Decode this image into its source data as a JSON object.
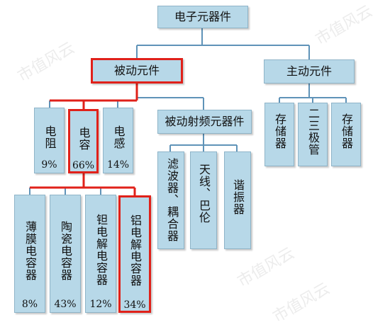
{
  "diagram": {
    "root": {
      "label": "电子元器件"
    },
    "passive": {
      "label": "被动元件"
    },
    "active": {
      "label": "主动元件"
    },
    "rf": {
      "label": "被动射频元器件"
    },
    "passive_children": [
      {
        "label": "电阻",
        "pct": "9%"
      },
      {
        "label": "电容",
        "pct": "66%"
      },
      {
        "label": "电感",
        "pct": "14%"
      }
    ],
    "rf_children": [
      {
        "label": "滤波器、耦合器"
      },
      {
        "label": "天线、巴伦"
      },
      {
        "label": "谐振器"
      }
    ],
    "active_children": [
      {
        "label": "存储器"
      },
      {
        "label": "二三极管"
      },
      {
        "label": "存储器"
      }
    ],
    "capacitor_children": [
      {
        "label": "薄膜电容器",
        "pct": "8%"
      },
      {
        "label": "陶瓷电容器",
        "pct": "43%"
      },
      {
        "label": "钽电解电容器",
        "pct": "12%"
      },
      {
        "label": "铝电解电容器",
        "pct": "34%"
      }
    ]
  },
  "watermark": {
    "text": "市值风云"
  },
  "colors": {
    "box_fill": "#b7d8e8",
    "box_border": "#8fb4c8",
    "highlight": "#e0211a",
    "connector": "#5f93b8"
  }
}
